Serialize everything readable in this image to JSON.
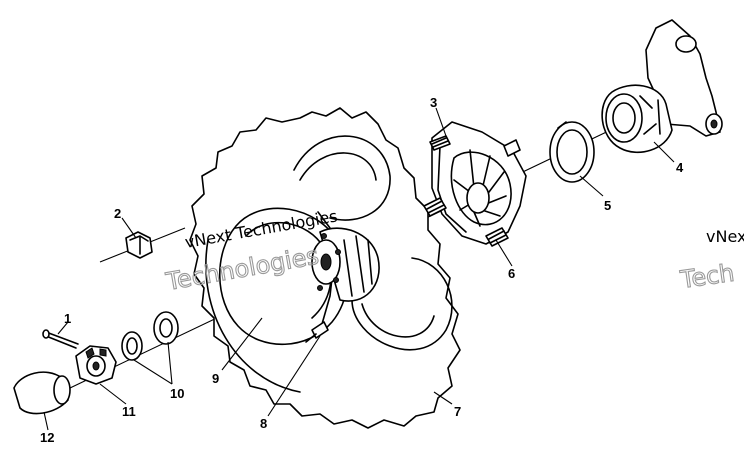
{
  "diagram": {
    "callouts": [
      {
        "id": "1",
        "label": "1"
      },
      {
        "id": "2",
        "label": "2"
      },
      {
        "id": "3",
        "label": "3"
      },
      {
        "id": "4",
        "label": "4"
      },
      {
        "id": "5",
        "label": "5"
      },
      {
        "id": "6",
        "label": "6"
      },
      {
        "id": "7",
        "label": "7"
      },
      {
        "id": "8",
        "label": "8"
      },
      {
        "id": "9",
        "label": "9"
      },
      {
        "id": "10",
        "label": "10"
      },
      {
        "id": "11",
        "label": "11"
      },
      {
        "id": "12",
        "label": "12"
      }
    ],
    "watermark": {
      "line1": "vNext Technologies",
      "line2": "Technologies",
      "edge_line1": "vNex",
      "edge_line2": "Tech"
    }
  }
}
